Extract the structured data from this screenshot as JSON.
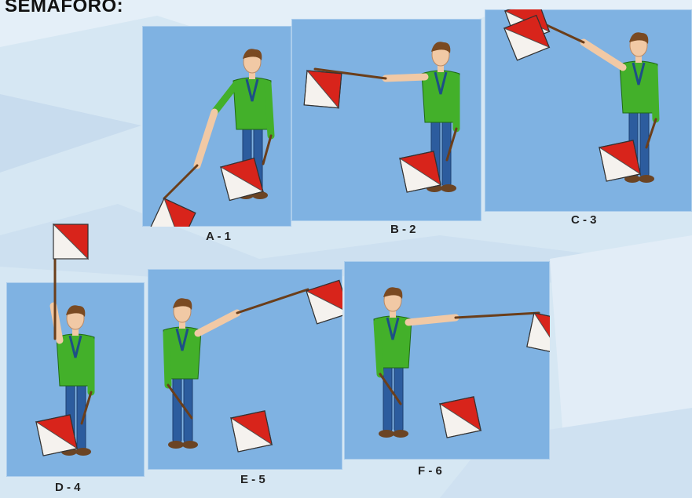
{
  "page": {
    "title": "SEMAFORO:"
  },
  "colors": {
    "panel": "#7fb2e2",
    "shirt": "#43b02a",
    "jeans": "#2c5c9e",
    "flag_red": "#d8241b",
    "flag_white": "#f5f2ee",
    "background": "#d8e8f4"
  },
  "signals": [
    {
      "id": "a",
      "label": "A - 1",
      "right_arm": "down-low",
      "left_arm": "down"
    },
    {
      "id": "b",
      "label": "B - 2",
      "right_arm": "horizontal",
      "left_arm": "down"
    },
    {
      "id": "c",
      "label": "C - 3",
      "right_arm": "up-diagonal",
      "left_arm": "down"
    },
    {
      "id": "d",
      "label": "D - 4",
      "right_arm": "up",
      "left_arm": "down"
    },
    {
      "id": "e",
      "label": "E - 5",
      "right_arm": "down",
      "left_arm": "up-diagonal"
    },
    {
      "id": "f",
      "label": "F - 6",
      "right_arm": "down",
      "left_arm": "horizontal"
    }
  ]
}
